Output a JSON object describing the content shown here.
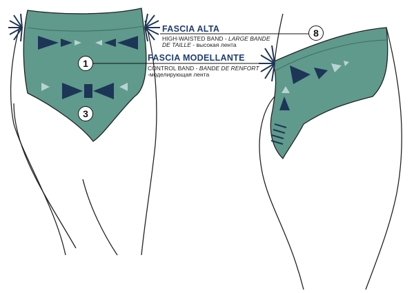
{
  "labels": {
    "fascia_alta": {
      "title": "FASCIA ALTA",
      "desc_en": "HIGH-WAISTED BAND - ",
      "desc_fr": "LARGE BANDE DE TAILLE",
      "desc_ru": " - высокая лента"
    },
    "fascia_modellante": {
      "title": "FASCIA MODELLANTE",
      "desc_en": "CONTROL BAND - ",
      "desc_fr": "BANDE DE RENFORT",
      "desc_ru": "-моделирующая лента"
    }
  },
  "badges": [
    "1",
    "3",
    "8"
  ],
  "colors": {
    "fabric": "#5f9a8c",
    "fabric_dark": "#4c8577",
    "title": "#1f3c72",
    "arrow_dark": "#1d3556",
    "arrow_light": "#b9d3d2"
  }
}
